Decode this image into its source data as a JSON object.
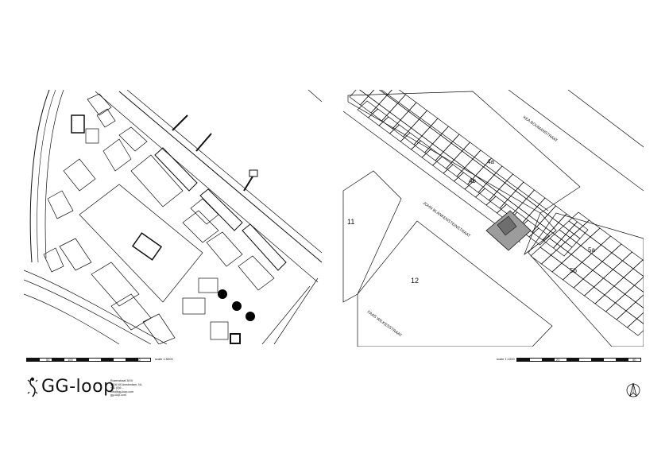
{
  "left_plan": {
    "scale_text": "scale 1:5000",
    "scalebar_labels": [
      "0",
      "50",
      "100",
      "250"
    ]
  },
  "right_plan": {
    "scale_text": "scale 1:1000",
    "scalebar_labels": [
      "0",
      "10",
      "20",
      "50"
    ],
    "street_labels": [
      "KEA BOUMANSTRAAT",
      "JOHN BLANKENSTEINSTRAAT",
      "FAAS WILKESSTRAAT"
    ],
    "block_labels": [
      "11",
      "12",
      "4a",
      "4b",
      "5a",
      "5b"
    ]
  },
  "footer": {
    "logo_text": "GG-loop",
    "address_lines": [
      "Rozenstraat 38 III",
      "1016 NX Amsterdam, NL",
      "+31 (0)6 ...",
      "info@gg-loop.com",
      "gg-loop.com"
    ]
  },
  "colors": {
    "ink": "#111111",
    "highlight": "#9c9c9c",
    "highlight_dark": "#6e6e6e"
  },
  "icons": [
    "north-arrow-icon",
    "gecko-logo-icon"
  ]
}
